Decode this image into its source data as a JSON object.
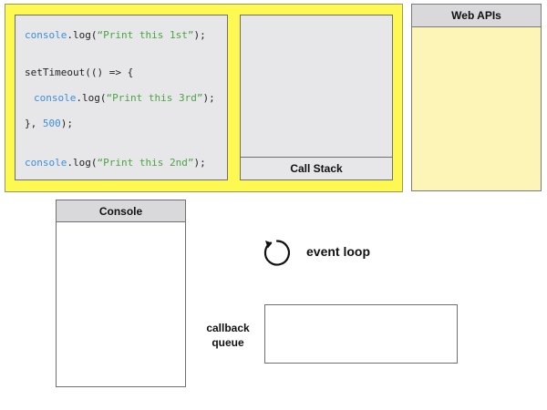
{
  "code": {
    "line1": {
      "fn": "console",
      "mid": ".log(",
      "str": "“Print this 1st”",
      "end": ");"
    },
    "line2": {
      "text": "setTimeout(() => {"
    },
    "line3": {
      "fn": "console",
      "mid": ".log(",
      "str": "“Print this 3rd”",
      "end": ");"
    },
    "line4": {
      "pre": "}, ",
      "num": "500",
      "end": ");"
    },
    "line5": {
      "fn": "console",
      "mid": ".log(",
      "str": "“Print this 2nd”",
      "end": ");"
    }
  },
  "call_stack": {
    "label": "Call Stack"
  },
  "web_apis": {
    "label": "Web APIs"
  },
  "console": {
    "label": "Console"
  },
  "event_loop": {
    "label": "event loop",
    "icon": "refresh-arrow-icon"
  },
  "callback_queue": {
    "label": "callback queue"
  },
  "colors": {
    "runtime_bg": "#fef853",
    "panel_bg": "#e7e7e9",
    "webapi_bg": "#fdf5b8",
    "code_fn": "#3d8fd8",
    "code_string": "#4ca444"
  }
}
